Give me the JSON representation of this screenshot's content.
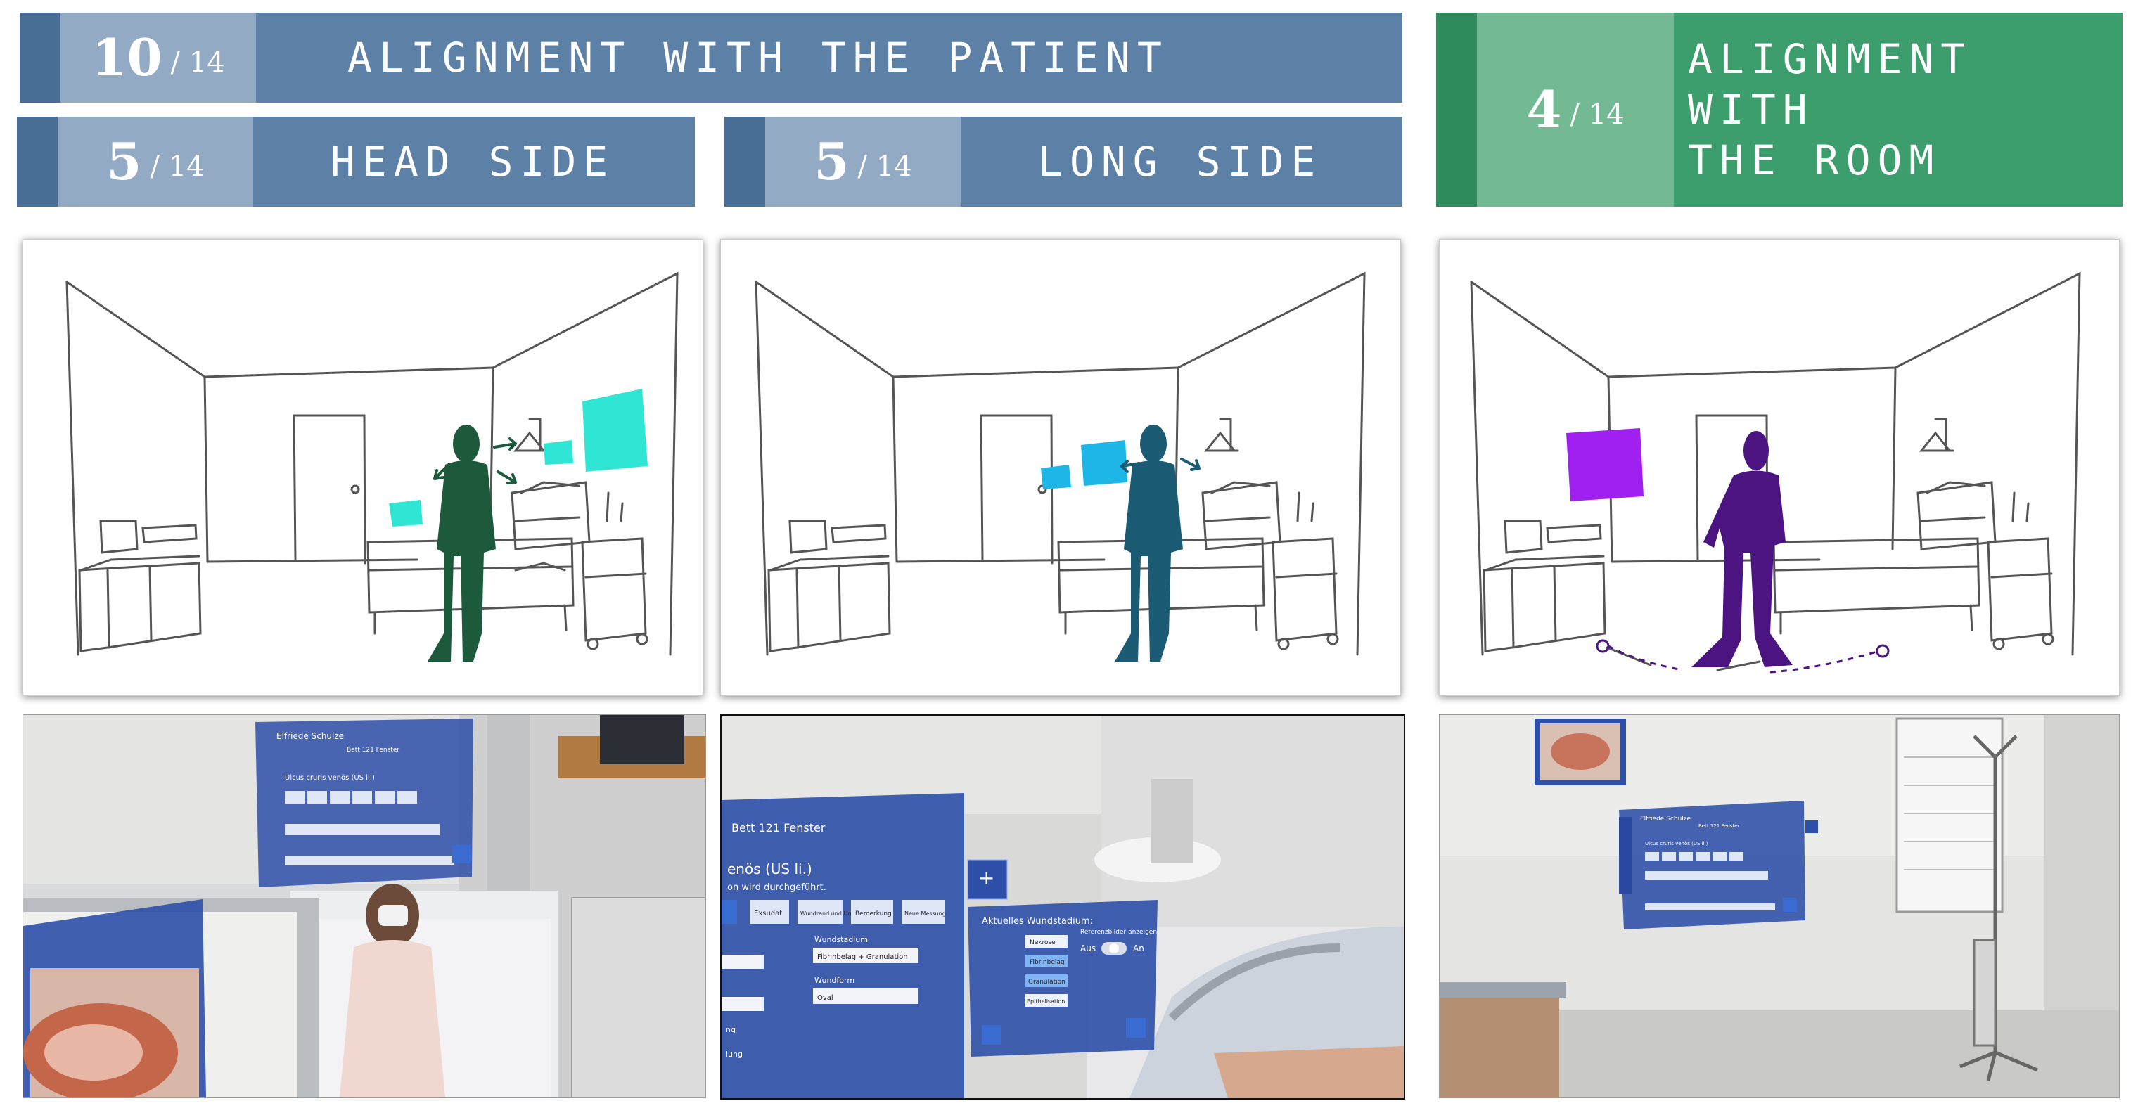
{
  "headers": {
    "patient": {
      "count": "10",
      "total": "/ 14",
      "label": "ALIGNMENT WITH THE PATIENT"
    },
    "head_side": {
      "count": "5",
      "total": "/ 14",
      "label": "HEAD SIDE"
    },
    "long_side": {
      "count": "5",
      "total": "/ 14",
      "label": "LONG SIDE"
    },
    "room": {
      "count": "4",
      "total": "/ 14",
      "label_line1": "ALIGNMENT WITH",
      "label_line2": "THE ROOM"
    }
  },
  "colors": {
    "header_blue": "#5d81a6",
    "header_green": "#3c9e6c",
    "figure_head_side": "#1d5a3c",
    "panels_head_side": "#2ee6d3",
    "figure_long_side": "#1c5b74",
    "panels_long_side": "#1db6e6",
    "figure_room": "#4b1480",
    "panel_room": "#a020f0"
  },
  "photos": {
    "photo1": {
      "patient_name": "Elfriede Schulze",
      "bed": "Bett 121 Fenster",
      "diagnosis": "Ulcus cruris venös (US li.)"
    },
    "photo2": {
      "bed": "Bett 121 Fenster",
      "diagnosis": "enös (US li.)",
      "status": "on wird durchgeführt.",
      "tabs": [
        "Exsudat",
        "Wundrand und Umgebung",
        "Bemerkung",
        "Neue Messung"
      ],
      "stage_label": "Wundstadium",
      "stage_value": "Fibrinbelag + Granulation",
      "form_label": "Wundform",
      "form_value": "Oval",
      "side_title": "Aktuelles Wundstadium:",
      "side_items": [
        "Nekrose",
        "Fibrinbelag",
        "Granulation",
        "Epithelisation"
      ],
      "toggle_label": "Referenzbilder anzeigen",
      "toggle_off": "Aus",
      "toggle_on": "An",
      "left_items": [
        "ng",
        "lung"
      ]
    },
    "photo3": {
      "patient_name": "Elfriede Schulze",
      "bed": "Bett 121 Fenster",
      "diagnosis": "Ulcus cruris venös (US li.)"
    }
  }
}
